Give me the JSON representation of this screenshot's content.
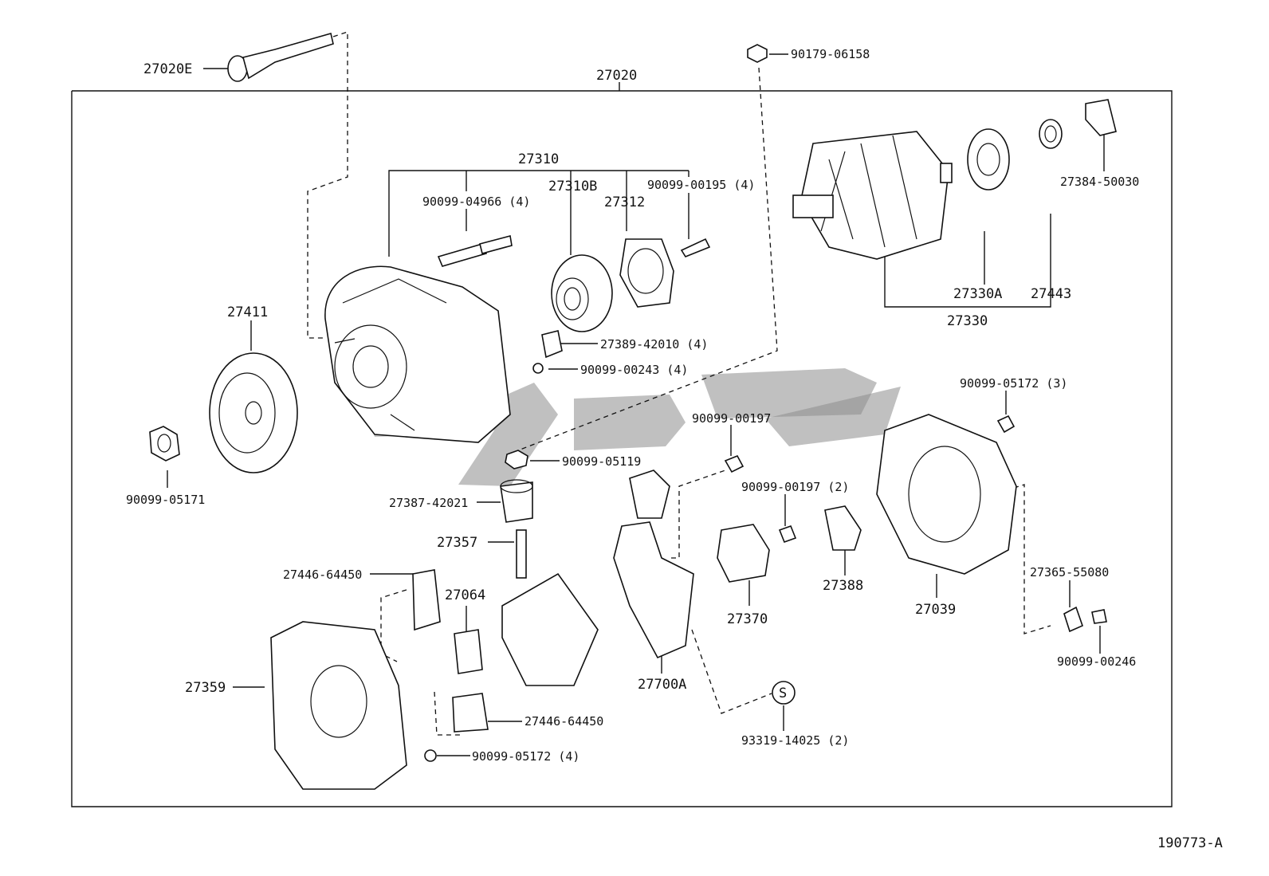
{
  "diagram_id": "190773-A",
  "assembly_label": "27020",
  "parts": {
    "p27020E": "27020E",
    "p27020": "27020",
    "p90179_06158": "90179-06158",
    "p27310": "27310",
    "p90099_04966": "90099-04966 (4)",
    "p27310B": "27310B",
    "p27312": "27312",
    "p90099_00195": "90099-00195 (4)",
    "p27384_50030": "27384-50030",
    "p27330A": "27330A",
    "p27443": "27443",
    "p27330": "27330",
    "p27411": "27411",
    "p27389_42010": "27389-42010 (4)",
    "p90099_00243": "90099-00243 (4)",
    "p90099_05172_3": "90099-05172 (3)",
    "p90099_00197": "90099-00197",
    "p90099_05171": "90099-05171",
    "p90099_05119": "90099-05119",
    "p27387_42021": "27387-42021",
    "p90099_00197_2": "90099-00197 (2)",
    "p27357": "27357",
    "p27446_64450_a": "27446-64450",
    "p27064": "27064",
    "p27388": "27388",
    "p27370": "27370",
    "p27039": "27039",
    "p27365_55080": "27365-55080",
    "p90099_00246": "90099-00246",
    "p27359": "27359",
    "p27700A": "27700A",
    "p27446_64450_b": "27446-64450",
    "p90099_05172_4": "90099-05172 (4)",
    "p93319_14025": "93319-14025 (2)",
    "s_symbol": "S"
  },
  "colors": {
    "line": "#111111",
    "watermark": "#8c8c8c",
    "background": "#ffffff"
  }
}
